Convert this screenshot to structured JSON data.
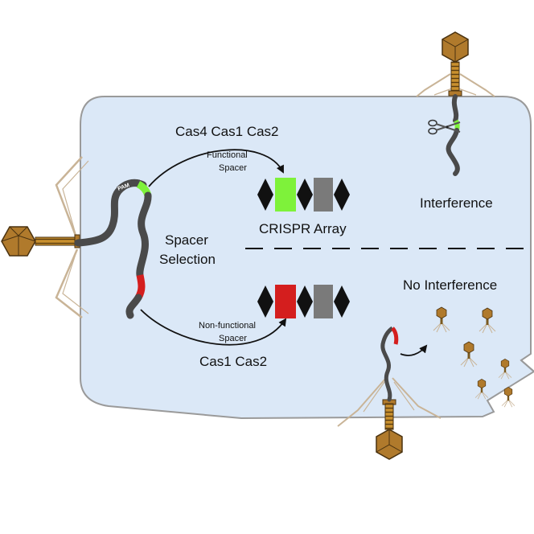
{
  "labels": {
    "pam": "PAM",
    "cas_top": "Cas4 Cas1 Cas2",
    "functional_line1": "Functional",
    "functional_line2": "Spacer",
    "crispr_array": "CRISPR Array",
    "interference": "Interference",
    "spacer_selection_line1": "Spacer",
    "spacer_selection_line2": "Selection",
    "no_interference": "No Interference",
    "nonfunctional_line1": "Non-functional",
    "nonfunctional_line2": "Spacer",
    "cas_bottom": "Cas1 Cas2"
  },
  "colors": {
    "cell_fill": "#dbe8f7",
    "cell_stroke": "#9a9a9a",
    "dna": "#4a4a4a",
    "functional_spacer": "#7ef23a",
    "nonfunctional_spacer": "#d41e1e",
    "repeat": "#111111",
    "spacer_grey": "#7a7a7a",
    "phage_head": "#b07a2c",
    "phage_outline": "#4a3210"
  },
  "icons": [
    "phage-icon",
    "scissors-icon",
    "arrow-icon"
  ]
}
